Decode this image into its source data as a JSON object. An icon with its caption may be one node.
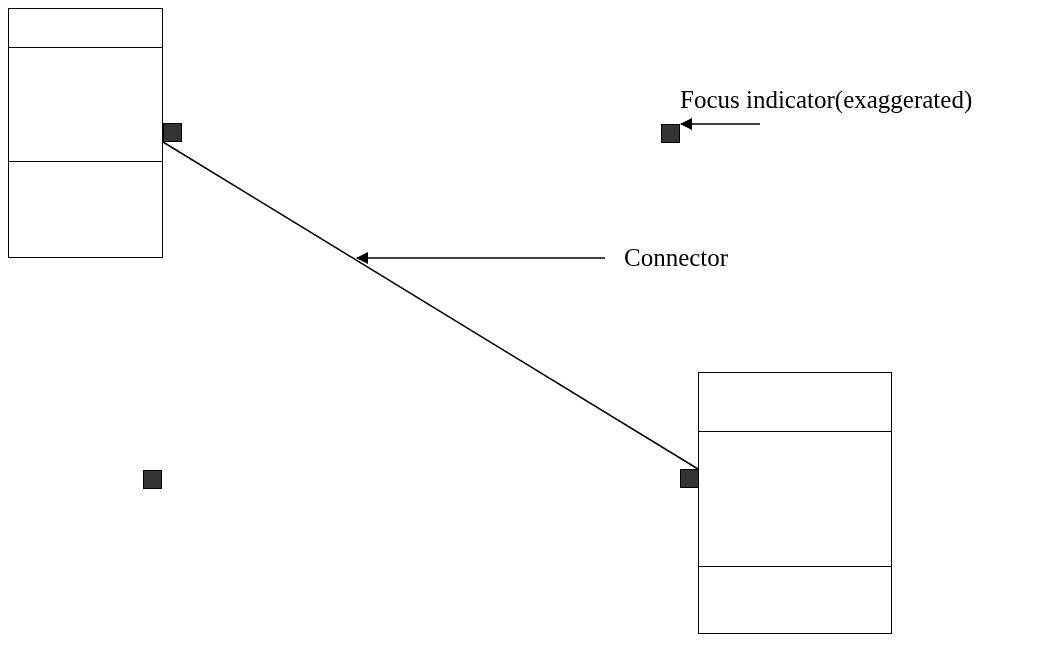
{
  "diagram": {
    "nodes": [
      {
        "text": [],
        "shape": "box"
      },
      {
        "text": [],
        "shape": "box"
      },
      {
        "text": [],
        "shape": "box"
      },
      {
        "text": [],
        "shape": "box"
      },
      {
        "text": [],
        "shape": "box"
      },
      {
        "text": [],
        "shape": "box"
      },
      {
        "text": [
          "Focus indicator(exaggerated)"
        ]
      },
      {
        "text": [
          "Connector"
        ]
      }
    ],
    "edges": [
      {
        "from": 0,
        "to": 1,
        "arrow": "none"
      },
      {
        "from": 6,
        "to": 5,
        "arrow": "to"
      },
      {
        "from": 7,
        "to": null,
        "arrow": "to"
      }
    ]
  }
}
